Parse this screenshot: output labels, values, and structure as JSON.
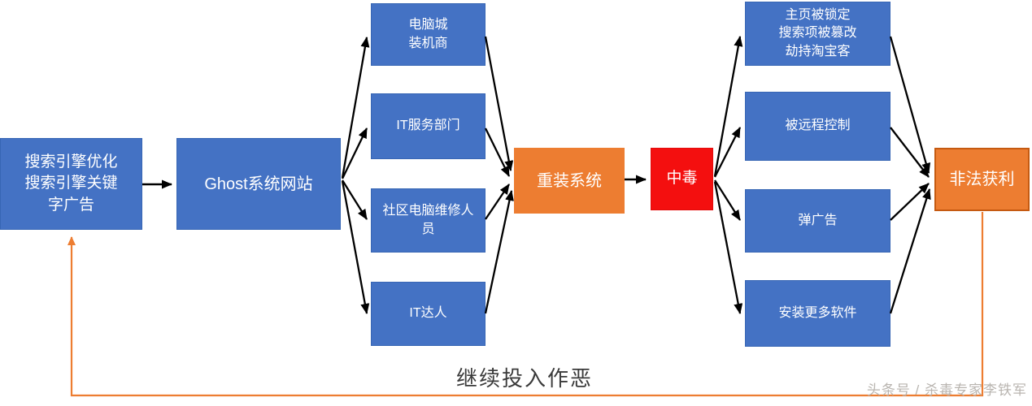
{
  "diagram": {
    "title": "Ghost system malware distribution flowchart",
    "colors": {
      "node_blue": "#4472C4",
      "node_orange": "#ED7D31",
      "node_orange_border": "#C55A11",
      "node_red": "#F40F0F",
      "arrow_black": "#000000",
      "feedback_orange": "#ED7D31",
      "caption_text": "#3a3a3a",
      "watermark_text": "#b9b5b0"
    },
    "nodes": {
      "seo": {
        "label": "搜索引擎优化\n搜索引擎关键\n字广告"
      },
      "ghost_site": {
        "label": "Ghost系统网站"
      },
      "pc_mall": {
        "label": "电脑城\n装机商"
      },
      "it_dept": {
        "label": "IT服务部门"
      },
      "community_repair": {
        "label": "社区电脑维修人\n员"
      },
      "it_master": {
        "label": "IT达人"
      },
      "reinstall": {
        "label": "重装系统"
      },
      "poisoned": {
        "label": "中毒"
      },
      "homepage_locked": {
        "label": "主页被锁定\n搜索项被篡改\n劫持淘宝客"
      },
      "remote_control": {
        "label": "被远程控制"
      },
      "popup_ads": {
        "label": "弹广告"
      },
      "install_more": {
        "label": "安装更多软件"
      },
      "illegal_profit": {
        "label": "非法获利"
      }
    },
    "caption": "继续投入作恶",
    "watermark": "头条号 / 杀毒专家李铁军"
  }
}
